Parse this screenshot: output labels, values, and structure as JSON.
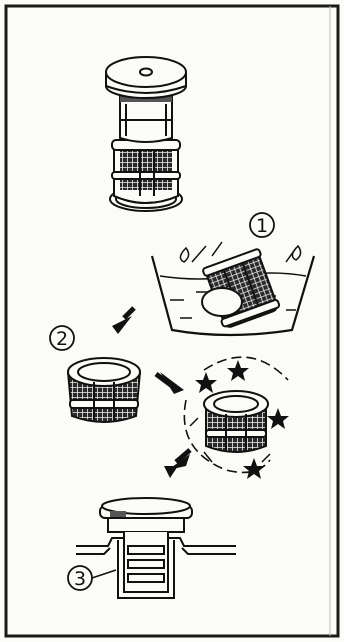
{
  "steps": [
    {
      "number": "1",
      "description_visible": false
    },
    {
      "number": "2",
      "description_visible": false
    },
    {
      "number": "3",
      "description_visible": false
    }
  ],
  "colors": {
    "ink": "#111111",
    "paper": "#fbfbf8",
    "frame": "#1a1a1a"
  }
}
